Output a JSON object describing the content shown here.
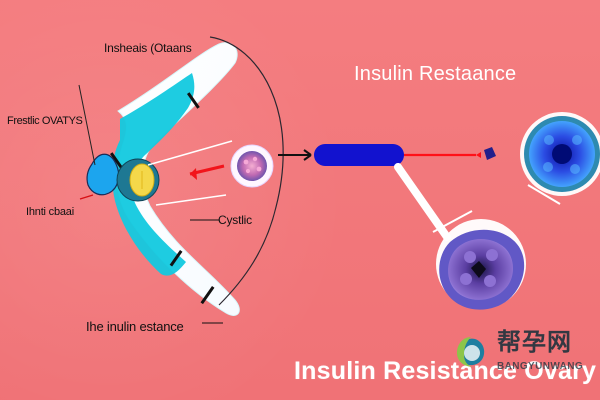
{
  "diagram": {
    "labels": {
      "top": "Insheais (Otaans",
      "left": "Frestlic OVATYS",
      "small": "Ihnti cbaai",
      "cyst": "Cystlic",
      "bottom": "Ihe inulin estance"
    },
    "title_right": "Insulin Restaance",
    "bottom_title": "Insulin Resistance Ovary",
    "watermark": {
      "main": "帮孕网",
      "sub": "BANGYUNWANG"
    },
    "colors": {
      "background": "#f37a7d",
      "cyan": "#10cbe0",
      "navy_arrow": "#1313c9",
      "red_arrow": "#f2141b",
      "purple": "#7b56a8",
      "blue": "#1b4fd6"
    },
    "icons": {
      "left_organ": "ovary-icon",
      "left_shield": "shield-icon",
      "cell_small": "cell-icon",
      "cell_large_top": "cell-cluster-icon",
      "cell_large_bottom": "ovary-cyst-icon"
    }
  }
}
